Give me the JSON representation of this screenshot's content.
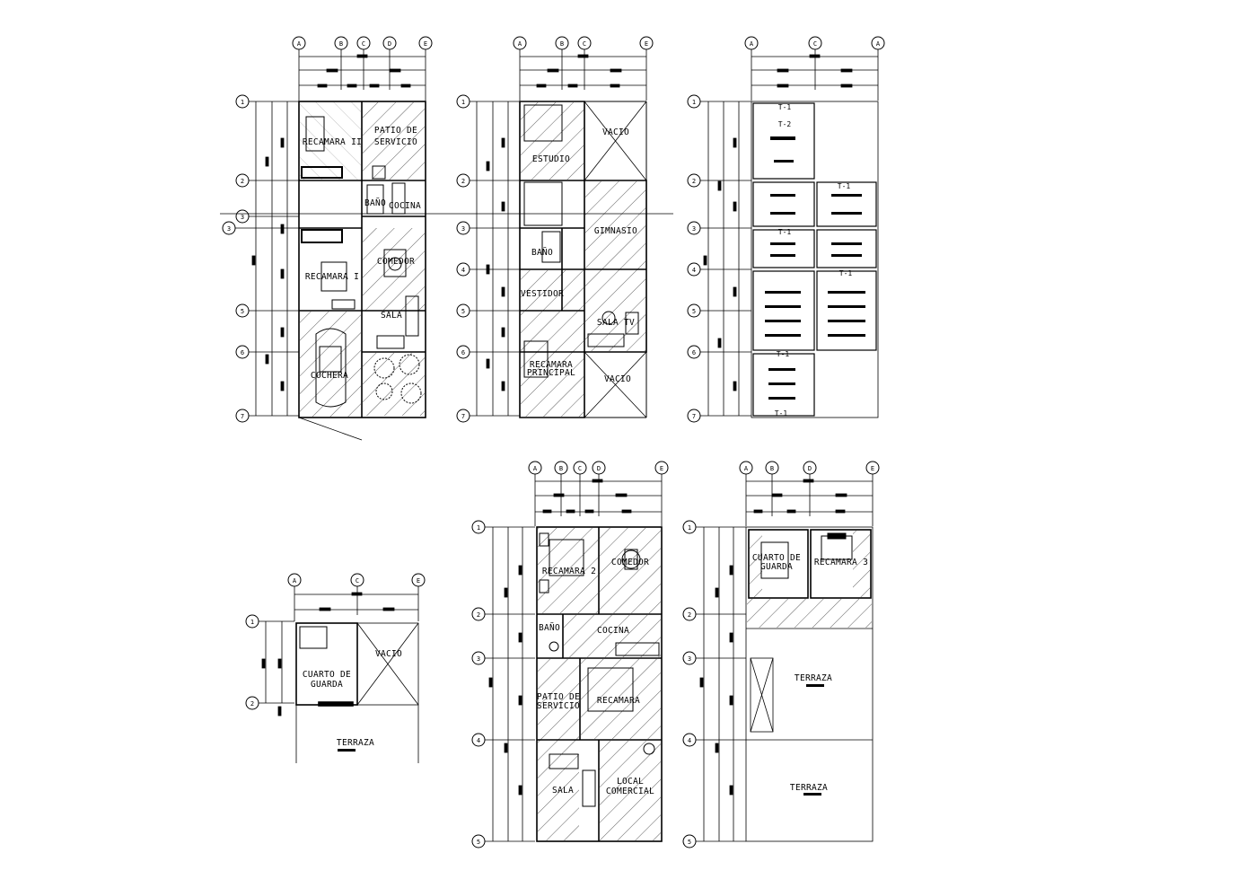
{
  "plans": {
    "p1": {
      "grid_cols": [
        "A",
        "B",
        "C",
        "D",
        "E"
      ],
      "grid_rows": [
        "1",
        "2",
        "3",
        "3",
        "5",
        "6",
        "7"
      ],
      "rooms": {
        "recamara2": "RECAMARA II",
        "patio1": "PATIO DE",
        "patio2": "SERVICIO",
        "bano": "BAÑO",
        "cocina": "COCINA",
        "recamara1": "RECAMARA I",
        "comedor": "COMEDOR",
        "sala": "SALA",
        "cochera": "COCHERA"
      }
    },
    "p2": {
      "grid_cols": [
        "A",
        "B",
        "C",
        "E"
      ],
      "grid_rows": [
        "1",
        "2",
        "3",
        "4",
        "5",
        "6",
        "7"
      ],
      "rooms": {
        "estudio": "ESTUDIO",
        "vacio_top": "VACIO",
        "gimnasio": "GIMNASIO",
        "bano": "BAÑO",
        "vestidor": "VESTIDOR",
        "sala_tv": "SALA TV",
        "recamara1": "RECAMARA",
        "recamara2": "PRINCIPAL",
        "vacio_bottom": "VACIO"
      }
    },
    "p3": {
      "grid_cols": [
        "A",
        "C",
        "A"
      ],
      "grid_rows": [
        "1",
        "2",
        "3",
        "4",
        "5",
        "6",
        "7"
      ],
      "tags": {
        "t1": "T-1",
        "t2": "T-2"
      }
    },
    "p4": {
      "grid_cols": [
        "A",
        "C",
        "E"
      ],
      "grid_rows": [
        "1",
        "2"
      ],
      "rooms": {
        "cuarto1": "CUARTO DE",
        "cuarto2": "GUARDA",
        "vacio": "VACIO",
        "terraza": "TERRAZA"
      }
    },
    "p5": {
      "grid_cols": [
        "A",
        "B",
        "C",
        "D",
        "E"
      ],
      "grid_rows": [
        "1",
        "2",
        "3",
        "4",
        "5"
      ],
      "rooms": {
        "recamara2": "RECAMARA 2",
        "comedor": "COMEDOR",
        "bano": "BAÑO",
        "cocina": "COCINA",
        "patio1": "PATIO DE",
        "patio2": "SERVICIO",
        "recamara": "RECAMARA",
        "sala": "SALA",
        "local1": "LOCAL",
        "local2": "COMERCIAL"
      }
    },
    "p6": {
      "grid_cols": [
        "A",
        "B",
        "D",
        "E"
      ],
      "grid_rows": [
        "1",
        "2",
        "3",
        "4",
        "5"
      ],
      "rooms": {
        "cuarto1": "CUARTO DE",
        "cuarto2": "GUARDA",
        "recamara3": "RECAMARA 3",
        "terraza_top": "TERRAZA",
        "terraza_bottom": "TERRAZA"
      }
    }
  }
}
